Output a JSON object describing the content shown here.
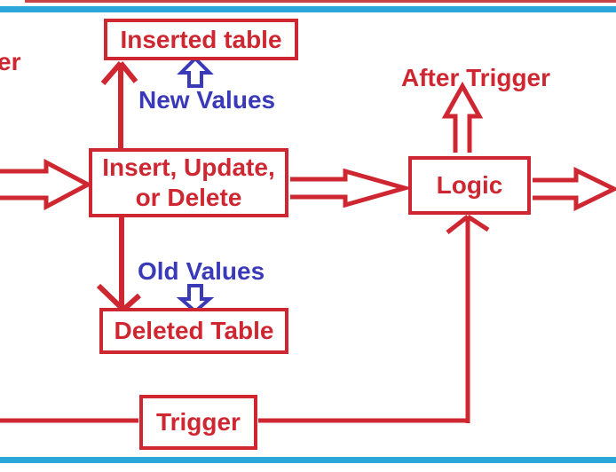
{
  "diagram": {
    "description_fragment": "er",
    "nodes": {
      "inserted_table": {
        "label": "Inserted table"
      },
      "insert_update_delete": {
        "label_line1": "Insert, Update,",
        "label_line2": "or Delete"
      },
      "logic": {
        "label": "Logic"
      },
      "deleted_table": {
        "label": "Deleted Table"
      },
      "trigger": {
        "label": "Trigger"
      }
    },
    "annotations": {
      "after_trigger": "After Trigger",
      "new_values": "New Values",
      "old_values": "Old Values"
    },
    "colors": {
      "red": "#cf2731",
      "blue": "#3a3ab9",
      "cyan": "#2ba7da",
      "top_line": "#c84444",
      "background": "#ffffff"
    }
  }
}
